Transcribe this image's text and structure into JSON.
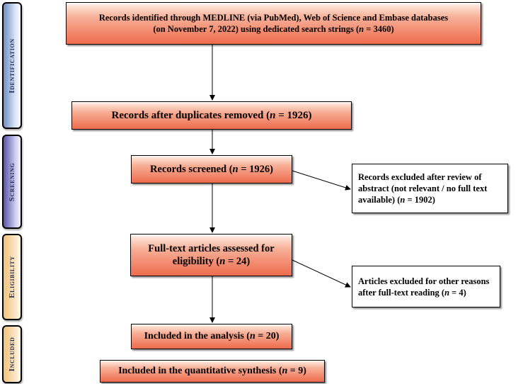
{
  "phases": {
    "identification": "Identification",
    "screening": "Screening",
    "eligibility": "Eligibility",
    "included": "Included"
  },
  "boxes": {
    "records_identified": {
      "line1": "Records identified through MEDLINE (via PubMed), Web of Science and Embase databases",
      "line2": "(on November 7, 2022) using dedicated search strings (",
      "n": "n",
      "value": " = 3460)"
    },
    "after_duplicates": {
      "text": "Records after duplicates removed (",
      "n": "n",
      "value": " = 1926)"
    },
    "screened": {
      "text": "Records screened (",
      "n": "n",
      "value": " = 1926)"
    },
    "full_text": {
      "text": "Full-text articles assessed for\neligibility (",
      "n": "n",
      "value": " = 24)"
    },
    "included_analysis": {
      "text": "Included in the analysis (",
      "n": "n",
      "value": " = 20)"
    },
    "included_quantitative": {
      "text": "Included in the quantitative synthesis (",
      "n": "n",
      "value": " = 9)"
    },
    "excluded_abstract": {
      "text": "Records excluded after review of\nabstract (not relevant / no full text\navailable) (",
      "n": "n",
      "value": " = 1902)"
    },
    "excluded_other": {
      "text": "Articles excluded for other reasons\nafter full-text reading (",
      "n": "n",
      "value": " = 4)"
    }
  }
}
